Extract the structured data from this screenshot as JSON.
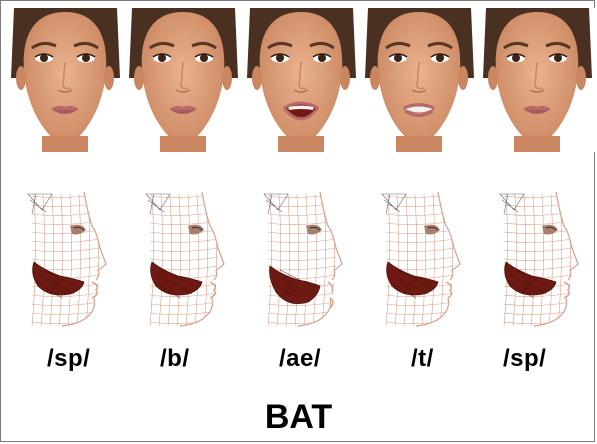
{
  "word": "BAT",
  "sequence": [
    {
      "phoneme": "/sp/",
      "mouth": "closed"
    },
    {
      "phoneme": "/b/",
      "mouth": "closed"
    },
    {
      "phoneme": "/ae/",
      "mouth": "open"
    },
    {
      "phoneme": "/t/",
      "mouth": "teeth"
    },
    {
      "phoneme": "/sp/",
      "mouth": "closed"
    }
  ],
  "colors": {
    "skin": "#e2a47e",
    "skin_shadow": "#c98660",
    "hair": "#4a3020",
    "lips": "#b86a6a",
    "mesh": "#d9a08a",
    "tongue": "#6e1a12"
  }
}
